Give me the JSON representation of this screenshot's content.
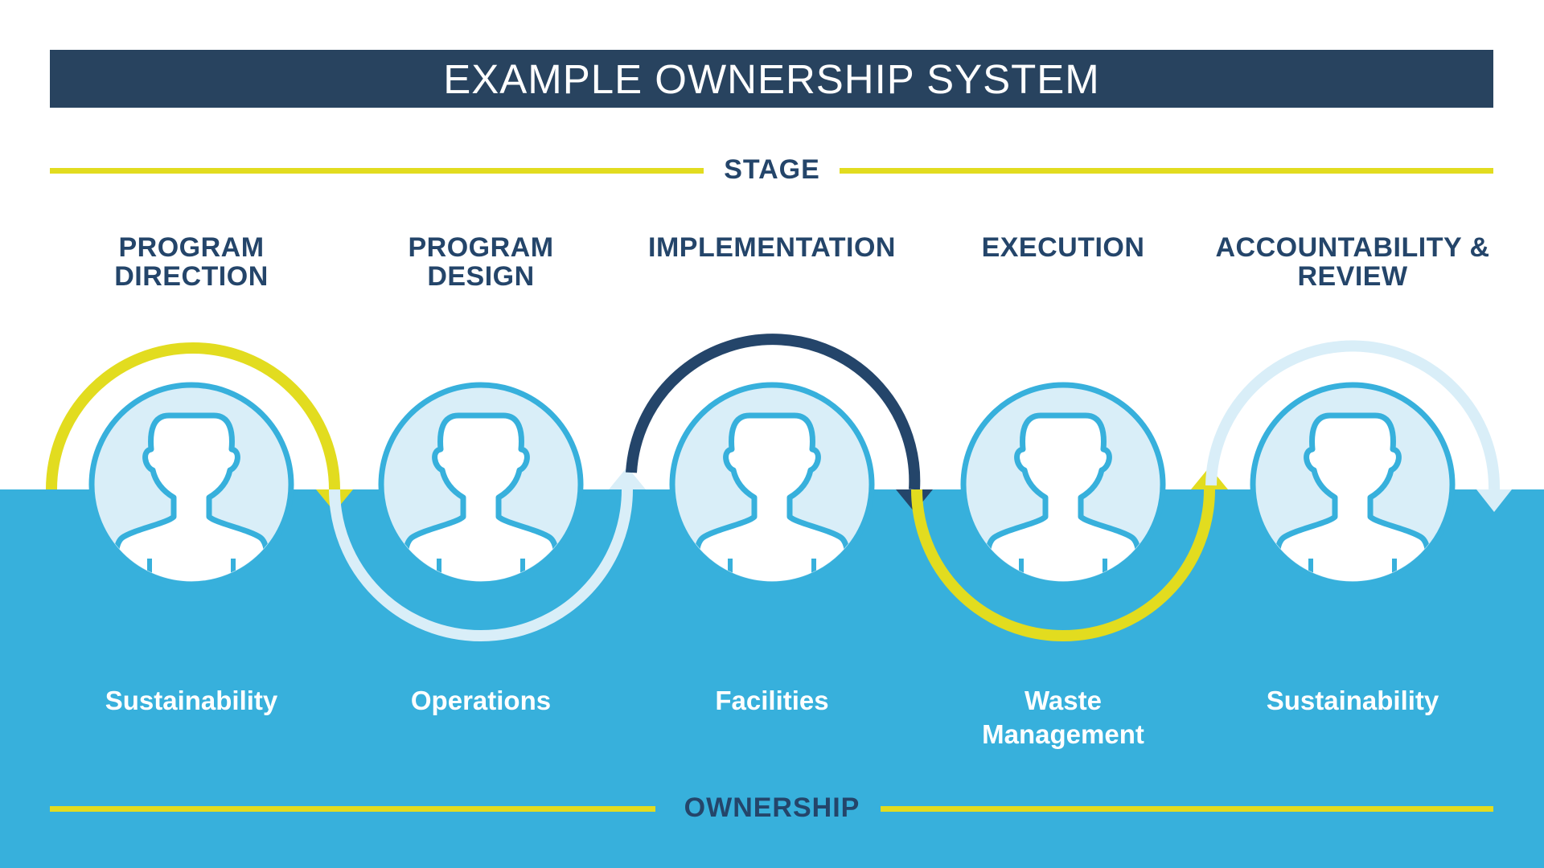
{
  "title": "EXAMPLE OWNERSHIP SYSTEM",
  "stage_heading": "STAGE",
  "ownership_heading": "OWNERSHIP",
  "colors": {
    "navy": "#28435f",
    "yellow": "#e2dc1f",
    "blue": "#37b0dc",
    "light_blue": "#d9eef8",
    "white": "#ffffff"
  },
  "stages": [
    {
      "stage": "PROGRAM DIRECTION",
      "owner": "Sustainability",
      "arrow_color": "yellow",
      "icon": "person-icon"
    },
    {
      "stage": "PROGRAM DESIGN",
      "owner": "Operations",
      "arrow_color": "light_blue",
      "icon": "person-icon"
    },
    {
      "stage": "IMPLEMENTATION",
      "owner": "Facilities",
      "arrow_color": "navy",
      "icon": "person-icon"
    },
    {
      "stage": "EXECUTION",
      "owner": "Waste Management",
      "arrow_color": "yellow",
      "icon": "person-icon"
    },
    {
      "stage": "ACCOUNTABILITY & REVIEW",
      "owner": "Sustainability",
      "arrow_color": "light_blue",
      "icon": "person-icon"
    }
  ]
}
